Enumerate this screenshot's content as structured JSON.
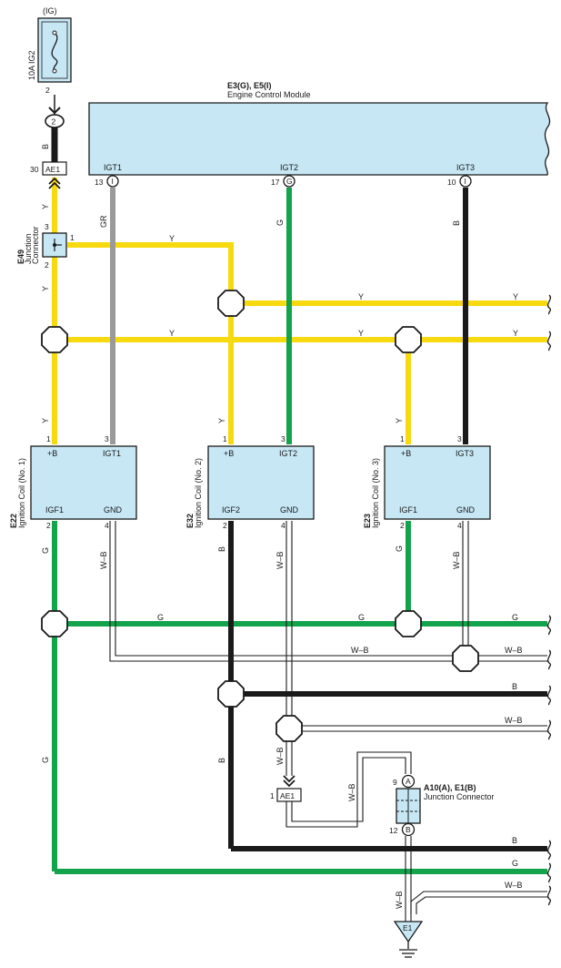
{
  "colors": {
    "yellow": "#f7d90f",
    "green": "#12a34c",
    "black": "#1a1a1a",
    "gray": "#9a9a9a",
    "box_fill": "#c7e7f5",
    "white_black": "#ffffff"
  },
  "fuse": {
    "supply": "(IG)",
    "name": "10A IG2",
    "pin": "2",
    "terminal": "2",
    "wire": "B"
  },
  "connector_ae1_top": {
    "name": "AE1",
    "pin": "30"
  },
  "ecm": {
    "code": "E3(G), E5(I)",
    "name": "Engine Control Module",
    "terminals": [
      {
        "label": "IGT1",
        "pin": "13",
        "mark": "I"
      },
      {
        "label": "IGT2",
        "pin": "17",
        "mark": "G"
      },
      {
        "label": "IGT3",
        "pin": "10",
        "mark": "I"
      }
    ]
  },
  "junction_e49": {
    "code": "E49",
    "name": "Junction",
    "name2": "Connector",
    "pin_top": "3",
    "pin_right": "1",
    "pin_bottom": "2"
  },
  "coils": [
    {
      "code": "E22",
      "name": "Ignition Coil (No. 1)",
      "pin_b": "+B",
      "pin_igt": "IGT1",
      "pin_igf": "IGF1",
      "pin_gnd": "GND",
      "num_b": "1",
      "num_igt": "3",
      "num_igf": "2",
      "num_gnd": "4"
    },
    {
      "code": "E32",
      "name": "Ignition Coil (No. 2)",
      "pin_b": "+B",
      "pin_igt": "IGT2",
      "pin_igf": "IGF2",
      "pin_gnd": "GND",
      "num_b": "1",
      "num_igt": "3",
      "num_igf": "2",
      "num_gnd": "4"
    },
    {
      "code": "E23",
      "name": "Ignition Coil (No. 3)",
      "pin_b": "+B",
      "pin_igt": "IGT3",
      "pin_igf": "IGF1",
      "pin_gnd": "GND",
      "num_b": "1",
      "num_igt": "3",
      "num_igf": "2",
      "num_gnd": "4"
    }
  ],
  "wire_labels": {
    "y": "Y",
    "gr": "GR",
    "g": "G",
    "b": "B",
    "wb": "W–B"
  },
  "connector_ae1_bottom": {
    "name": "AE1",
    "pin": "1"
  },
  "junction_a10": {
    "code": "A10(A), E1(B)",
    "name": "Junction Connector",
    "pin_top": "9",
    "mark_top": "A",
    "pin_bottom": "12",
    "mark_bottom": "B"
  },
  "ground": {
    "name": "E1"
  }
}
